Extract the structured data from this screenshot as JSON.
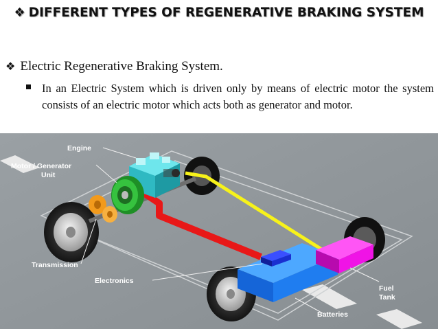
{
  "slide": {
    "title": "DIFFERENT TYPES OF REGENERATIVE BRAKING SYSTEM",
    "heading": "Electric Regenerative Braking System.",
    "bullet": "In an Electric System which is driven only by means of electric motor the system consists of an electric motor which acts both as generator and motor."
  },
  "icons": {
    "title_bullet": "diamond-four-icon",
    "heading_bullet": "diamond-four-icon",
    "list_bullet": "square-bullet-icon"
  },
  "diagram": {
    "labels": {
      "engine": "Engine",
      "motor_generator_line1": "Motor / Generator",
      "motor_generator_line2": "Unit",
      "transmission": "Transmission",
      "electronics": "Electronics",
      "fuel_tank_line1": "Fuel",
      "fuel_tank_line2": "Tank",
      "batteries": "Batteries"
    },
    "colors": {
      "background": "#8f9599",
      "engine": "#3cd0d8",
      "motor_generator": "#27a12f",
      "transmission": "#f29a1c",
      "electronics": "#1a2fd0",
      "batteries": "#1f7df0",
      "fuel_tank": "#f013e6",
      "power_cable": "#e81818",
      "fuel_line": "#f7f21a"
    }
  }
}
